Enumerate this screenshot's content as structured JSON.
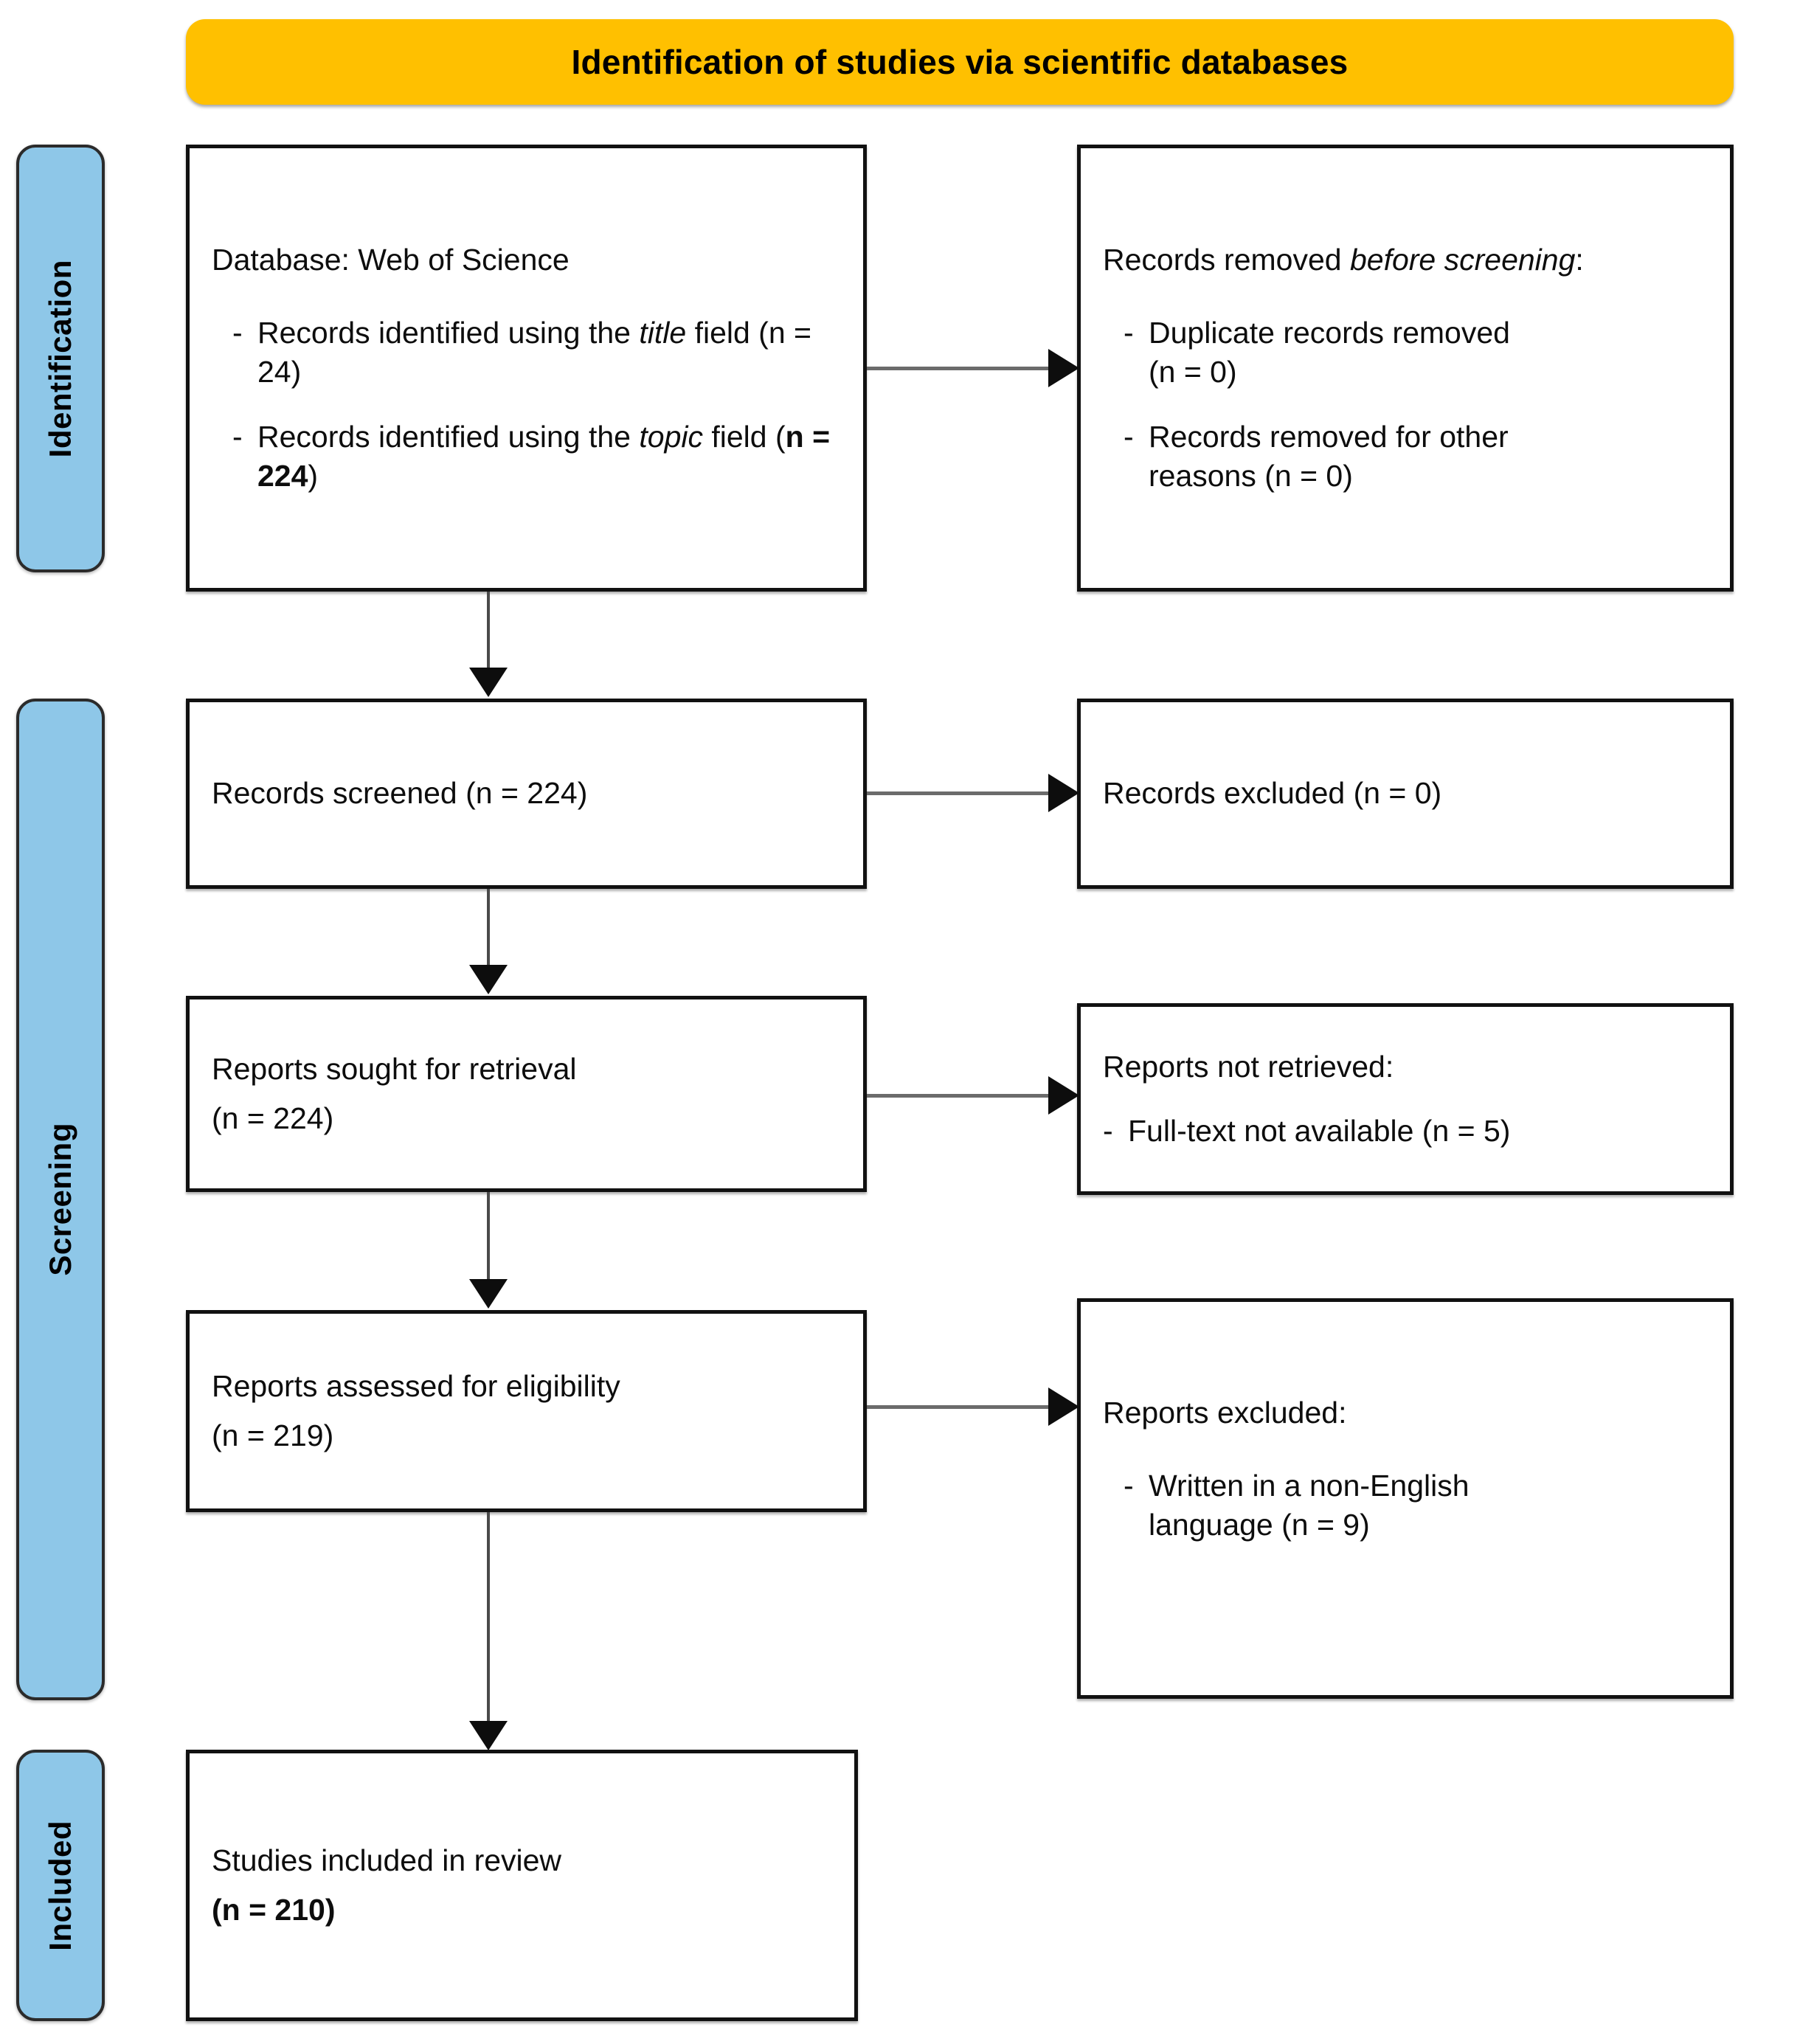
{
  "colors": {
    "banner": "#FFC000",
    "stage_bar": "#8EC7E8",
    "box_border": "#111111",
    "connector": "#0d0d0d"
  },
  "header": {
    "title": "Identification of studies via scientific databases"
  },
  "stages": [
    {
      "id": "identification",
      "label": "Identification"
    },
    {
      "id": "screening",
      "label": "Screening"
    },
    {
      "id": "included",
      "label": "Included"
    }
  ],
  "boxes": {
    "identification_source": {
      "heading": "Database: Web of Science",
      "bullets": [
        {
          "dash": "-",
          "pre": "Records identified using the ",
          "em": "title",
          "post": " field (n = 24)"
        },
        {
          "dash": "-",
          "pre": "Records identified using the ",
          "em": "topic",
          "post": " field (",
          "bold": "n = 224",
          "tail": ")"
        }
      ]
    },
    "records_removed": {
      "heading_pre": "Records removed ",
      "heading_em": "before screening",
      "heading_post": ":",
      "bullets": [
        {
          "dash": "-",
          "line1": "Duplicate records removed",
          "line2": "(n = 0)"
        },
        {
          "dash": "-",
          "line1": "Records removed for other",
          "line2": "reasons (n = 0)"
        }
      ]
    },
    "records_screened": {
      "text": "Records screened (n = 224)"
    },
    "records_excluded": {
      "text": "Records excluded (n = 0)"
    },
    "reports_sought": {
      "line1": "Reports sought for retrieval",
      "line2": "(n = 224)"
    },
    "reports_not_retrieved": {
      "heading": "Reports not retrieved:",
      "bullets": [
        {
          "dash": "-",
          "text": "Full-text not available (n = 5)"
        }
      ]
    },
    "reports_assessed": {
      "line1": "Reports assessed for eligibility",
      "line2": "(n = 219)"
    },
    "reports_excluded": {
      "heading": "Reports excluded:",
      "bullets": [
        {
          "dash": "-",
          "line1": "Written in a non-English",
          "line2": "language (n = 9)"
        }
      ]
    },
    "studies_included": {
      "line1": "Studies included in review",
      "bold_line2": "(n = 210)"
    }
  },
  "chart_data": {
    "type": "diagram",
    "title": "PRISMA flow diagram — Identification of studies via scientific databases",
    "flow": [
      {
        "stage": "Identification",
        "node": "Records identified (title field)",
        "n": 24
      },
      {
        "stage": "Identification",
        "node": "Records identified (topic field)",
        "n": 224
      },
      {
        "stage": "Identification",
        "node": "Duplicate records removed",
        "n": 0
      },
      {
        "stage": "Identification",
        "node": "Records removed for other reasons",
        "n": 0
      },
      {
        "stage": "Screening",
        "node": "Records screened",
        "n": 224
      },
      {
        "stage": "Screening",
        "node": "Records excluded",
        "n": 0
      },
      {
        "stage": "Screening",
        "node": "Reports sought for retrieval",
        "n": 224
      },
      {
        "stage": "Screening",
        "node": "Reports not retrieved — Full-text not available",
        "n": 5
      },
      {
        "stage": "Screening",
        "node": "Reports assessed for eligibility",
        "n": 219
      },
      {
        "stage": "Screening",
        "node": "Reports excluded — Written in a non-English language",
        "n": 9
      },
      {
        "stage": "Included",
        "node": "Studies included in review",
        "n": 210
      }
    ]
  }
}
